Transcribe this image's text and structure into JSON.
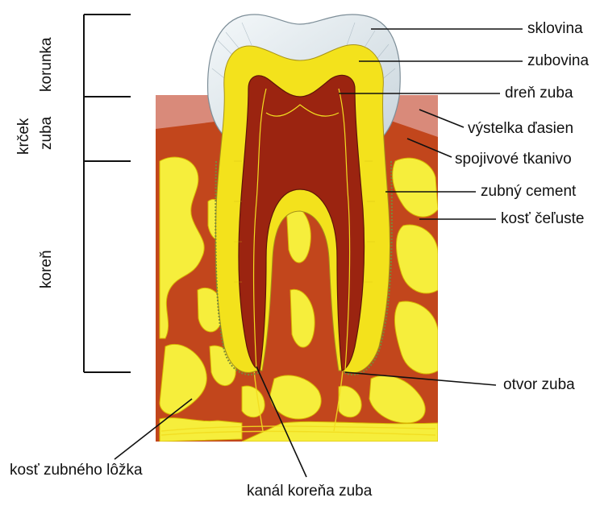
{
  "labels": {
    "sklovina": "sklovina",
    "zubovina": "zubovina",
    "dren": "dreň zuba",
    "vystelka": "výstelka ďasien",
    "spojivove": "spojivové tkanivo",
    "cement": "zubný cement",
    "kost_celuste": "kosť čeľuste",
    "otvor": "otvor zuba",
    "kost_lozka": "kosť zubného lôžka",
    "kanal": "kanál koreňa zuba"
  },
  "side_labels": {
    "korunka": "korunka",
    "krcek_line1": "krček",
    "krcek_line2": "zuba",
    "koren": "koreň"
  },
  "colors": {
    "enamel": "#e4ecf0",
    "dentin": "#f3e21c",
    "pulp": "#9b2410",
    "bone_tissue": "#c2461c",
    "bone_yellow": "#f6ee3c",
    "gum": "#d98a7a",
    "line": "#111111"
  }
}
